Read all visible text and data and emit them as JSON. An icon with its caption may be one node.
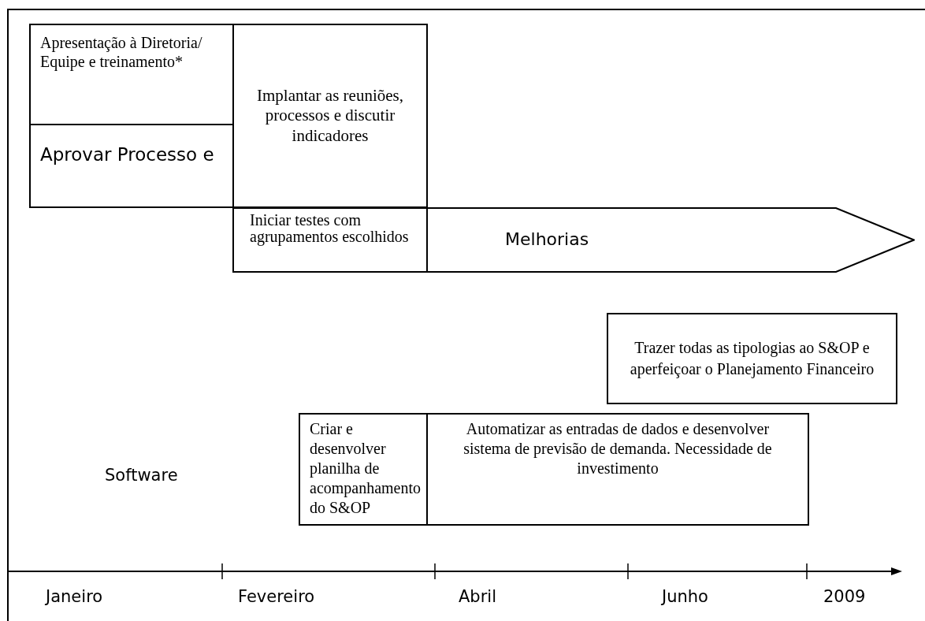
{
  "diagram": {
    "nodes": [
      {
        "text": [
          "Apresentação à Diretoria/ Equipe e treinamento*"
        ]
      },
      {
        "text": [
          "Aprovar Processo e"
        ]
      },
      {
        "text": [
          "Implantar as reuniões, processos e discutir indicadores"
        ]
      },
      {
        "text": [
          "Iniciar testes com agrupamentos escolhidos"
        ]
      },
      {
        "text": [
          "Melhorias"
        ]
      },
      {
        "text": [
          "Trazer todas as tipologias ao S&OP e aperfeiçoar o Planejamento Financeiro"
        ]
      },
      {
        "text": [
          "Criar e desenvolver planilha de acompanhamento do S&OP"
        ]
      },
      {
        "text": [
          "Automatizar as entradas de dados e desenvolver sistema de previsão de demanda.  Necessidade de investimento"
        ]
      }
    ],
    "edges": [],
    "labels": [
      "Software",
      "Janeiro",
      "Fevereiro",
      "Abril",
      "Junho",
      "2009"
    ]
  }
}
